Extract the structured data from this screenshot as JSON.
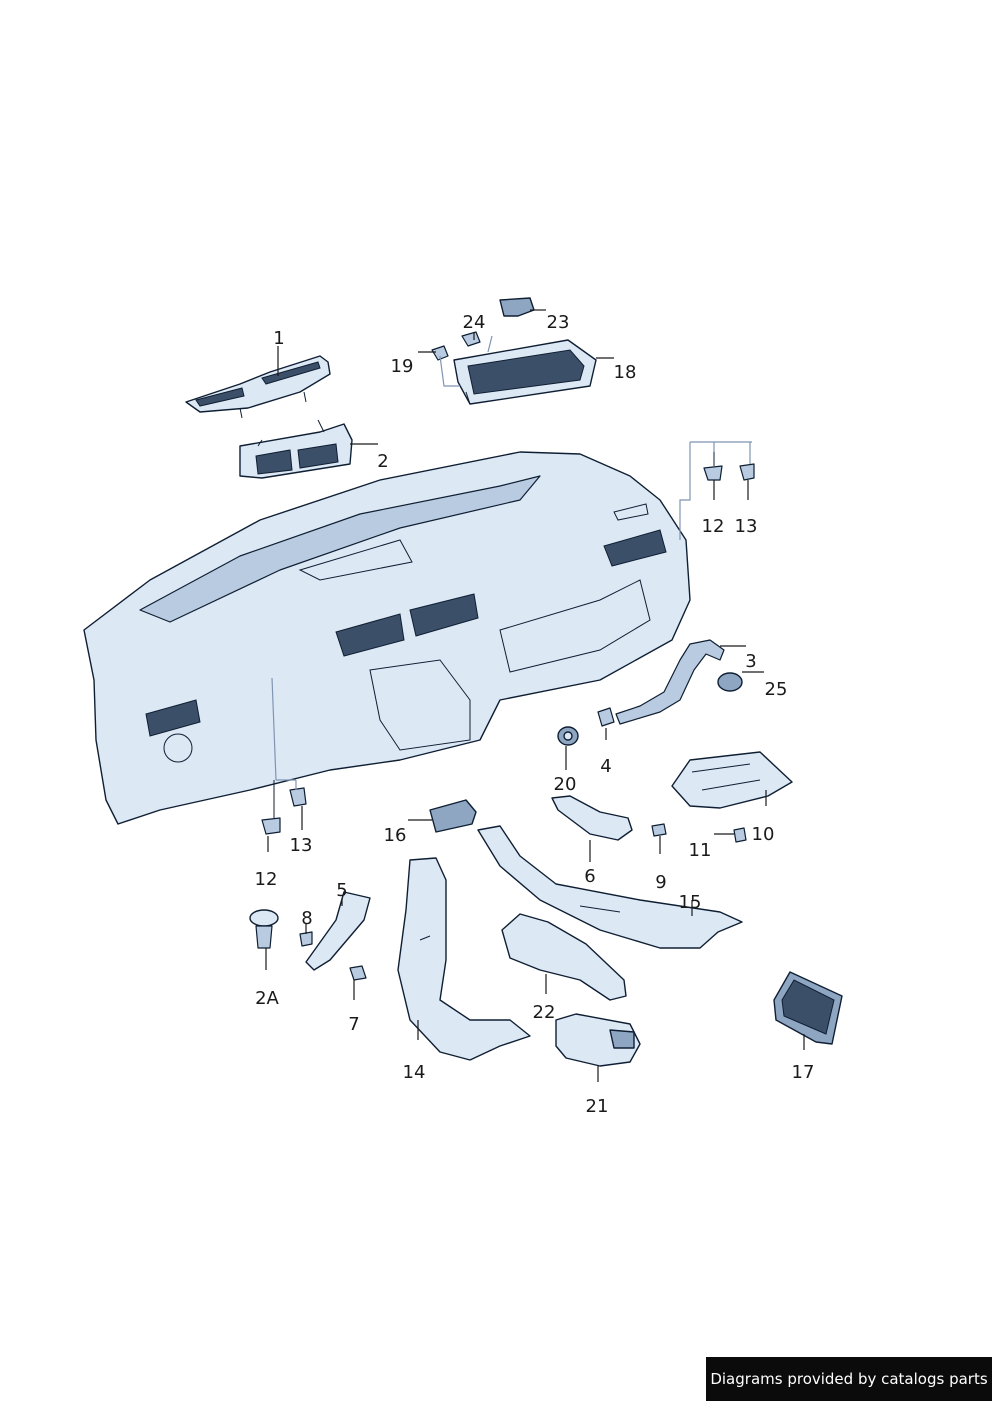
{
  "labels": {
    "p1": "1",
    "p2": "2",
    "p2A": "2A",
    "p3": "3",
    "p4": "4",
    "p5": "5",
    "p6": "6",
    "p7": "7",
    "p8": "8",
    "p9": "9",
    "p10": "10",
    "p11": "11",
    "p12a": "12",
    "p12b": "12",
    "p13a": "13",
    "p13b": "13",
    "p14": "14",
    "p15": "15",
    "p16": "16",
    "p17": "17",
    "p18": "18",
    "p19": "19",
    "p20": "20",
    "p21": "21",
    "p22": "22",
    "p23": "23",
    "p24": "24",
    "p25": "25"
  },
  "footer": {
    "text": "Diagrams provided by catalogs parts"
  },
  "colors": {
    "part_fill": "#dde8f5",
    "outline": "#0f1f33",
    "shade": "#8fa6c2",
    "footer_bg": "#0b0b0b"
  }
}
